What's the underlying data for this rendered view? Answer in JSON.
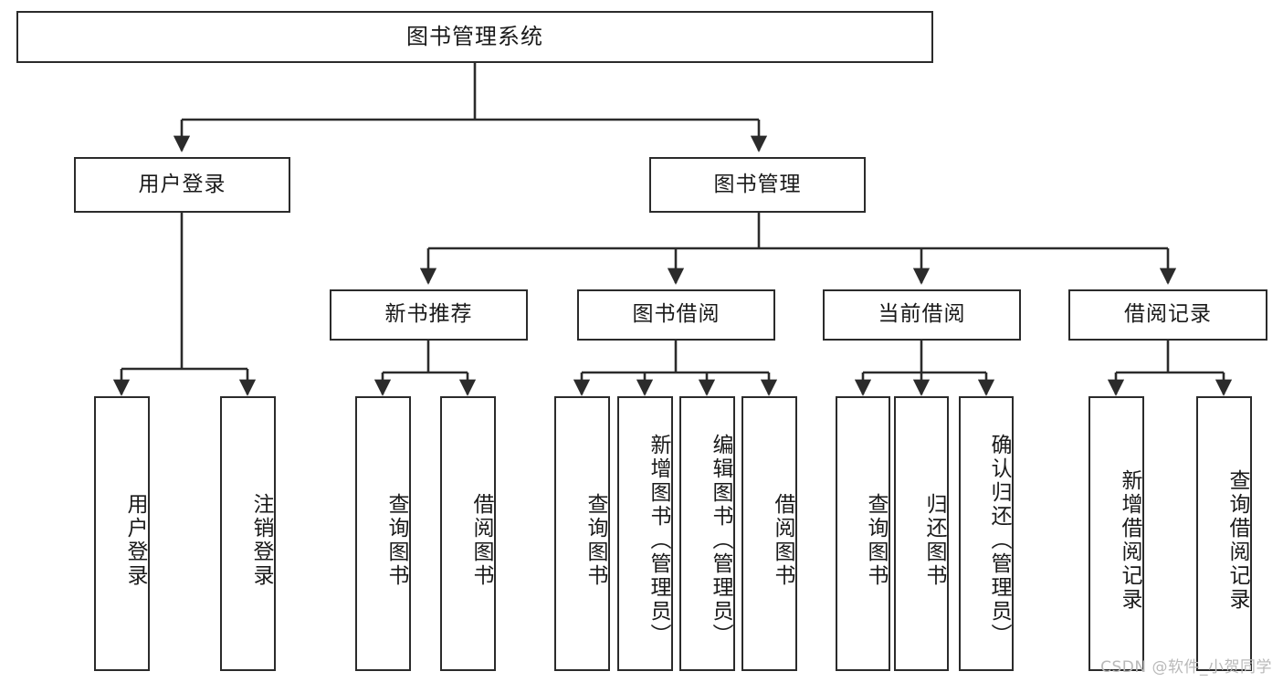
{
  "diagram": {
    "title": "图书管理系统",
    "type": "tree",
    "watermark": "CSDN @软件_小贺同学",
    "colors": {
      "box_border": "#2b2b2b",
      "box_fill": "#ffffff",
      "edge": "#2b2b2b",
      "text": "#1a1a1a",
      "watermark": "#b9b9b9"
    },
    "root": {
      "label": "图书管理系统"
    },
    "level2": [
      {
        "label": "用户登录"
      },
      {
        "label": "图书管理"
      }
    ],
    "level3": [
      {
        "label": "新书推荐"
      },
      {
        "label": "图书借阅"
      },
      {
        "label": "当前借阅"
      },
      {
        "label": "借阅记录"
      }
    ],
    "leaves": {
      "user_login": [
        {
          "label": "用户登录"
        },
        {
          "label": "注销登录"
        }
      ],
      "new_book": [
        {
          "label": "查询图书"
        },
        {
          "label": "借阅图书"
        }
      ],
      "book_borrow": [
        {
          "label": "查询图书"
        },
        {
          "label": "新增图书（管理员）"
        },
        {
          "label": "编辑图书（管理员）"
        },
        {
          "label": "借阅图书"
        }
      ],
      "current_borrow": [
        {
          "label": "查询图书"
        },
        {
          "label": "归还图书"
        },
        {
          "label": "确认归还（管理员）"
        }
      ],
      "borrow_record": [
        {
          "label": "新增借阅记录"
        },
        {
          "label": "查询借阅记录"
        }
      ]
    }
  }
}
